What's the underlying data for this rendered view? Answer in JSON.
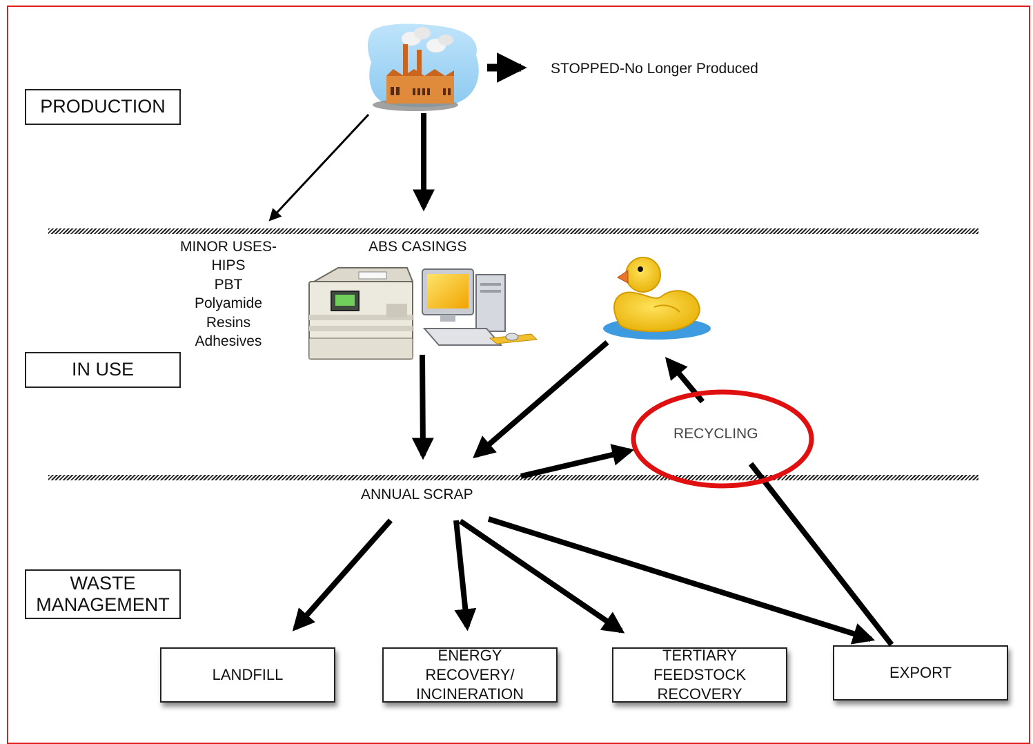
{
  "stages": {
    "production": "PRODUCTION",
    "in_use": "IN USE",
    "waste_management": "WASTE\nMANAGEMENT"
  },
  "nodes": {
    "stopped": "STOPPED-No Longer Produced",
    "minor_uses": "MINOR USES-\nHIPS\nPBT\nPolyamide\nResins\nAdhesives",
    "abs_casings": "ABS CASINGS",
    "recycling": "RECYCLING",
    "annual_scrap": "ANNUAL SCRAP"
  },
  "outcomes": {
    "landfill": "LANDFILL",
    "energy_recovery": "ENERGY\nRECOVERY/\nINCINERATION",
    "tertiary": "TERTIARY\nFEEDSTOCK\nRECOVERY",
    "export": "EXPORT"
  },
  "icons": [
    "factory-icon",
    "printer-icon",
    "computer-icon",
    "rubber-duck-icon"
  ],
  "colors": {
    "frame": "#e21b1b",
    "highlight_circle": "#e01010",
    "arrow": "#000000",
    "duck": "#f4c818",
    "water": "#3f9be0"
  }
}
